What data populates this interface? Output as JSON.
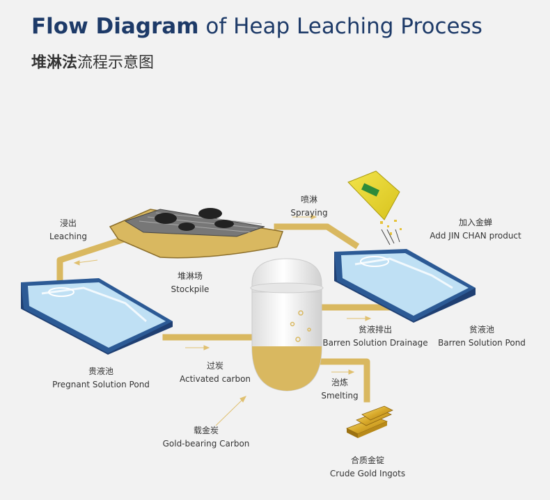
{
  "header": {
    "title_bold": "Flow Diagram",
    "title_rest": " of Heap Leaching Process",
    "subtitle_bold": "堆淋法",
    "subtitle_rest": "流程示意图"
  },
  "labels": {
    "spraying": {
      "zh": "喷淋",
      "en": "Spraying"
    },
    "add_product": {
      "zh": "加入金蝉",
      "en": "Add JIN CHAN product"
    },
    "leaching": {
      "zh": "浸出",
      "en": "Leaching"
    },
    "stockpile": {
      "zh": "堆淋场",
      "en": "Stockpile"
    },
    "barren_drainage": {
      "zh": "贫液排出",
      "en": "Barren Solution Drainage"
    },
    "barren_pond": {
      "zh": "贫液池",
      "en": "Barren Solution Pond"
    },
    "pregnant_pond": {
      "zh": "贵液池",
      "en": "Pregnant Solution Pond"
    },
    "activated_carbon": {
      "zh": "过炭",
      "en": "Activated carbon"
    },
    "smelting": {
      "zh": "治炼",
      "en": "Smelting"
    },
    "gold_carbon": {
      "zh": "载金炭",
      "en": "Gold-bearing Carbon"
    },
    "ingots": {
      "zh": "合质金锭",
      "en": "Crude Gold Ingots"
    }
  },
  "colors": {
    "pipe": "#d9b860",
    "pond_frame": "#1f3f72",
    "water": "#bfe0f4",
    "title": "#1d3a68"
  }
}
